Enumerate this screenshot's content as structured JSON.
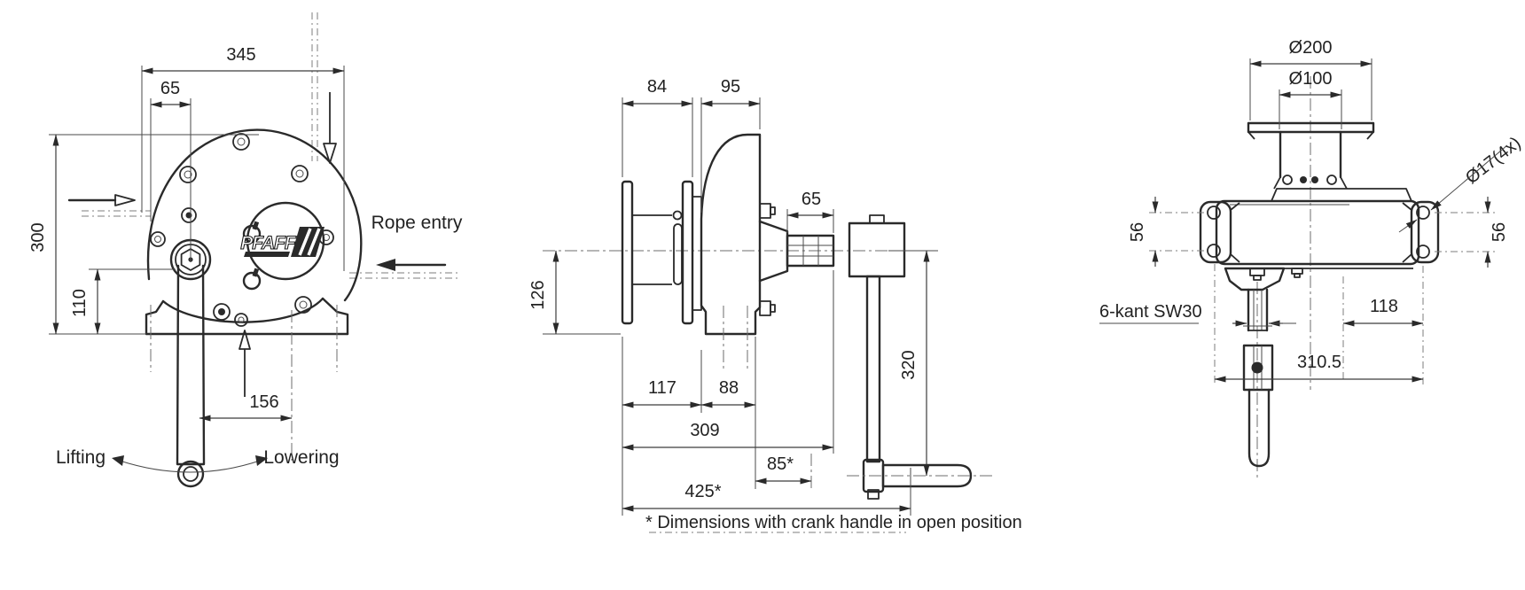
{
  "front_view": {
    "dims": {
      "overall_width": "345",
      "rope_to_axis": "65",
      "overall_height": "300",
      "axis_to_base": "110",
      "handle_to_exit": "156"
    },
    "labels": {
      "rope_entry": "Rope entry",
      "lifting": "Lifting",
      "lowering": "Lowering"
    },
    "brand": "PFAFF"
  },
  "side_view": {
    "dims": {
      "drum_width": "84",
      "housing_width": "95",
      "shaft_length": "65",
      "axis_to_base": "126",
      "drum_offset": "117",
      "foot_width": "88",
      "drum_to_shaft_end": "309",
      "housing_to_crank": "85*",
      "overall_open": "425*",
      "crank_radius": "320"
    }
  },
  "top_view": {
    "dims": {
      "flange_diameter": "Ø200",
      "barrel_diameter": "Ø100",
      "mount_hole_diameter": "Ø17(4x)",
      "hole_spacing_left": "56",
      "hole_spacing_right": "56",
      "axis_to_holes": "118",
      "hole_spacing_width": "310.5"
    },
    "labels": {
      "hex_drive": "6-kant SW30"
    }
  },
  "footnote": "* Dimensions with crank handle in open position"
}
